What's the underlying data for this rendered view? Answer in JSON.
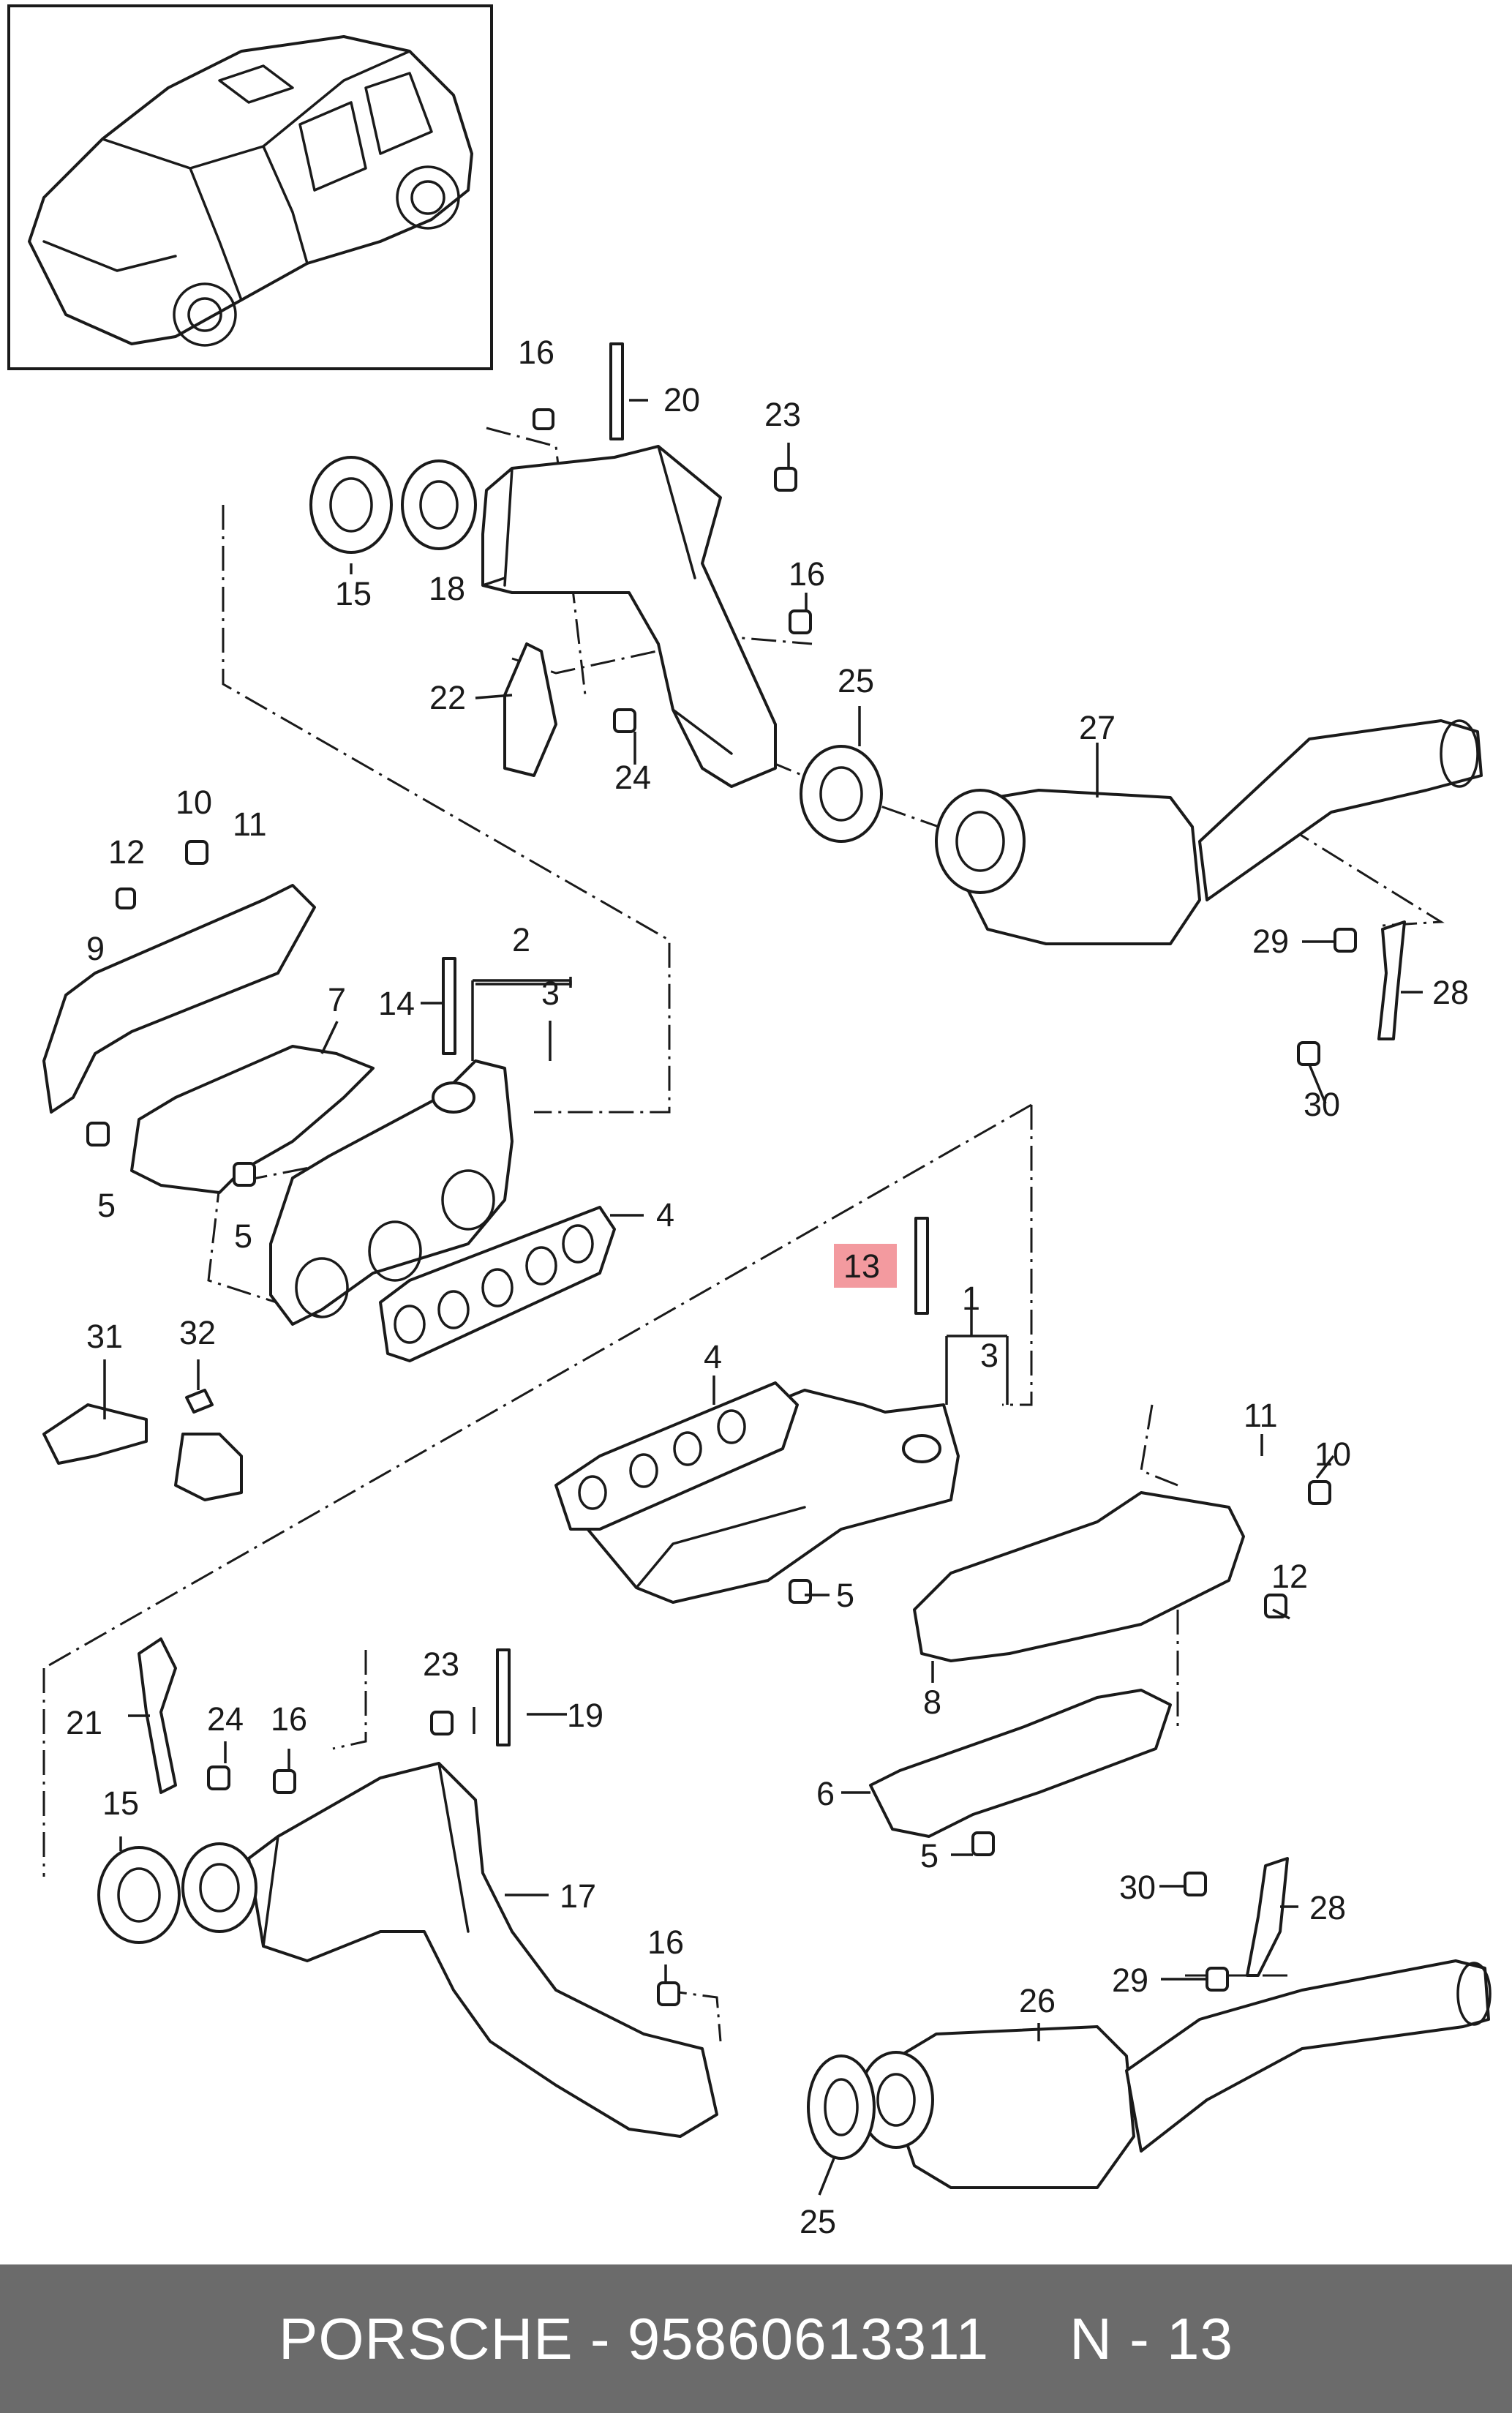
{
  "footer": {
    "part_line": "PORSCHE - 95860613311",
    "page_ref": "N - 13"
  },
  "highlight": {
    "label": "13",
    "color": "#f39a9f"
  },
  "callouts": [
    {
      "id": "c16a",
      "text": "16"
    },
    {
      "id": "c20",
      "text": "20"
    },
    {
      "id": "c23a",
      "text": "23"
    },
    {
      "id": "c15a",
      "text": "15"
    },
    {
      "id": "c18",
      "text": "18"
    },
    {
      "id": "c16b",
      "text": "16"
    },
    {
      "id": "c22",
      "text": "22"
    },
    {
      "id": "c24a",
      "text": "24"
    },
    {
      "id": "c25a",
      "text": "25"
    },
    {
      "id": "c27",
      "text": "27"
    },
    {
      "id": "c10a",
      "text": "10"
    },
    {
      "id": "c11a",
      "text": "11"
    },
    {
      "id": "c12a",
      "text": "12"
    },
    {
      "id": "c9",
      "text": "9"
    },
    {
      "id": "c2",
      "text": "2"
    },
    {
      "id": "c14",
      "text": "14"
    },
    {
      "id": "c3a",
      "text": "3"
    },
    {
      "id": "c7",
      "text": "7"
    },
    {
      "id": "c29a",
      "text": "29"
    },
    {
      "id": "c28a",
      "text": "28"
    },
    {
      "id": "c30a",
      "text": "30"
    },
    {
      "id": "c5a",
      "text": "5"
    },
    {
      "id": "c5b",
      "text": "5"
    },
    {
      "id": "c4a",
      "text": "4"
    },
    {
      "id": "c1",
      "text": "1"
    },
    {
      "id": "c3b",
      "text": "3"
    },
    {
      "id": "c31",
      "text": "31"
    },
    {
      "id": "c32",
      "text": "32"
    },
    {
      "id": "c4b",
      "text": "4"
    },
    {
      "id": "c11b",
      "text": "11"
    },
    {
      "id": "c10b",
      "text": "10"
    },
    {
      "id": "c5c",
      "text": "5"
    },
    {
      "id": "c12b",
      "text": "12"
    },
    {
      "id": "c8",
      "text": "8"
    },
    {
      "id": "c23b",
      "text": "23"
    },
    {
      "id": "c19",
      "text": "19"
    },
    {
      "id": "c21",
      "text": "21"
    },
    {
      "id": "c24b",
      "text": "24"
    },
    {
      "id": "c16c",
      "text": "16"
    },
    {
      "id": "c6",
      "text": "6"
    },
    {
      "id": "c15b",
      "text": "15"
    },
    {
      "id": "c17",
      "text": "17"
    },
    {
      "id": "c5d",
      "text": "5"
    },
    {
      "id": "c30b",
      "text": "30"
    },
    {
      "id": "c28b",
      "text": "28"
    },
    {
      "id": "c16d",
      "text": "16"
    },
    {
      "id": "c29b",
      "text": "29"
    },
    {
      "id": "c26",
      "text": "26"
    },
    {
      "id": "c25b",
      "text": "25"
    }
  ]
}
